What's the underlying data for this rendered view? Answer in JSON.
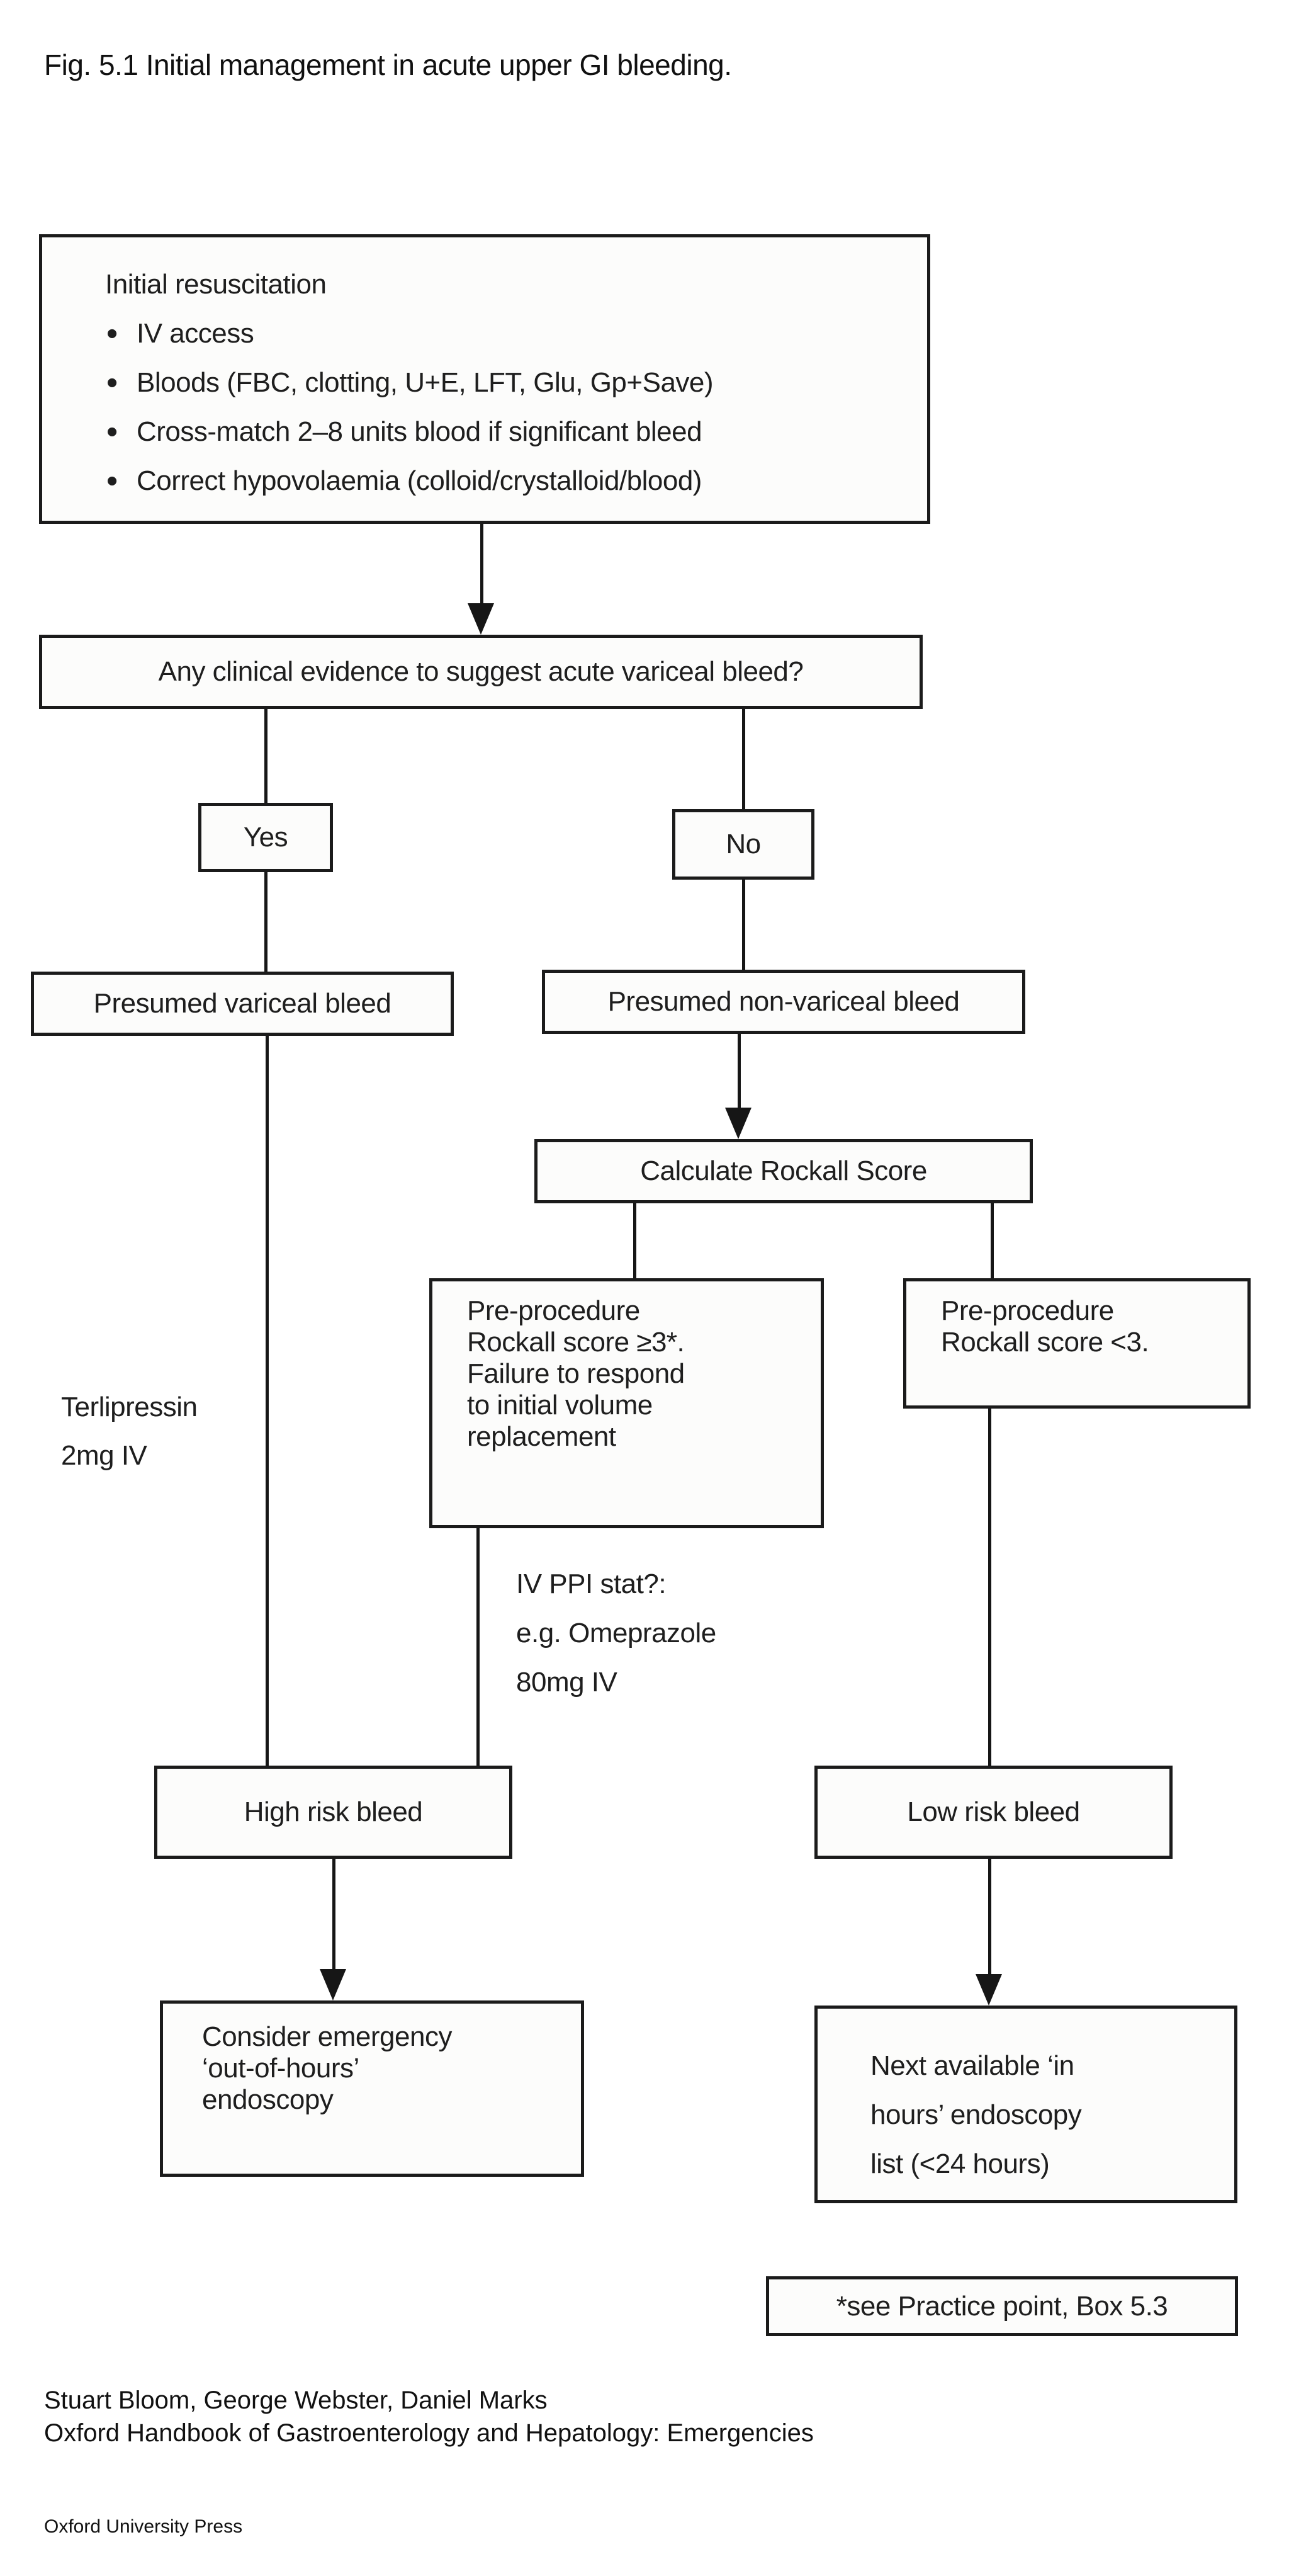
{
  "title": "Fig. 5.1 Initial management in acute upper GI bleeding.",
  "colors": {
    "ink": "#1b1b1b",
    "background": "#ffffff"
  },
  "nodes": {
    "resuscitation": {
      "heading": "Initial resuscitation",
      "bullets": [
        "IV access",
        "Bloods (FBC, clotting, U+E, LFT, Glu, Gp+Save)",
        "Cross-match 2–8 units blood if significant bleed",
        "Correct hypovolaemia (colloid/crystalloid/blood)"
      ]
    },
    "question": "Any clinical evidence to suggest acute variceal bleed?",
    "yes": "Yes",
    "no": "No",
    "variceal": "Presumed variceal bleed",
    "nonvariceal": "Presumed non-variceal bleed",
    "rockall": "Calculate Rockall Score",
    "rockall_high": "Pre-procedure\nRockall score ≥3*.\nFailure to respond\nto initial volume\nreplacement",
    "rockall_low": "Pre-procedure\nRockall score <3.",
    "terlipressin": "Terlipressin\n2mg IV",
    "ppi": "IV PPI stat?:\ne.g. Omeprazole\n80mg IV",
    "high_risk": "High risk bleed",
    "low_risk": "Low risk bleed",
    "emergency": "Consider emergency\n‘out-of-hours’\nendoscopy",
    "in_hours": "Next available ‘in\nhours’ endoscopy\nlist (<24 hours)",
    "footnote": "*see Practice point, Box 5.3"
  },
  "footer": {
    "authors": "Stuart Bloom, George Webster, Daniel Marks\nOxford Handbook of Gastroenterology and Hepatology: Emergencies",
    "publisher": "Oxford University Press"
  }
}
